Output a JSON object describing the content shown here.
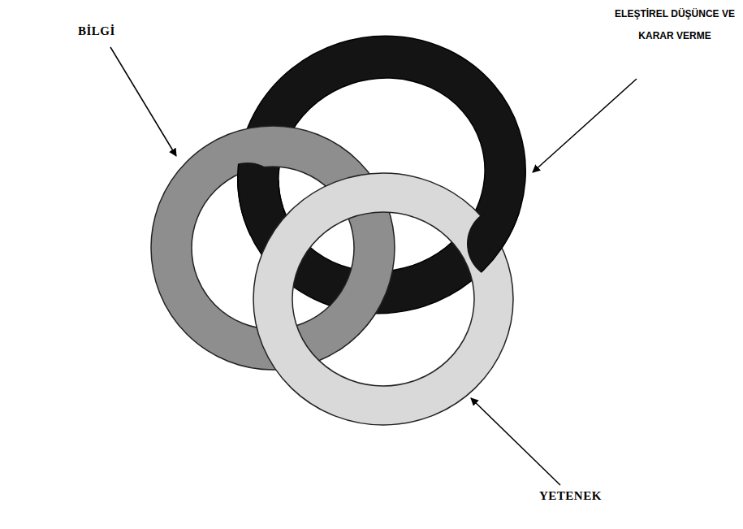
{
  "diagram": {
    "labels": [
      "BİLGİ",
      "ELEŞTİREL DÜŞÜNCE VE KARAR VERME",
      "YETENEK"
    ]
  }
}
